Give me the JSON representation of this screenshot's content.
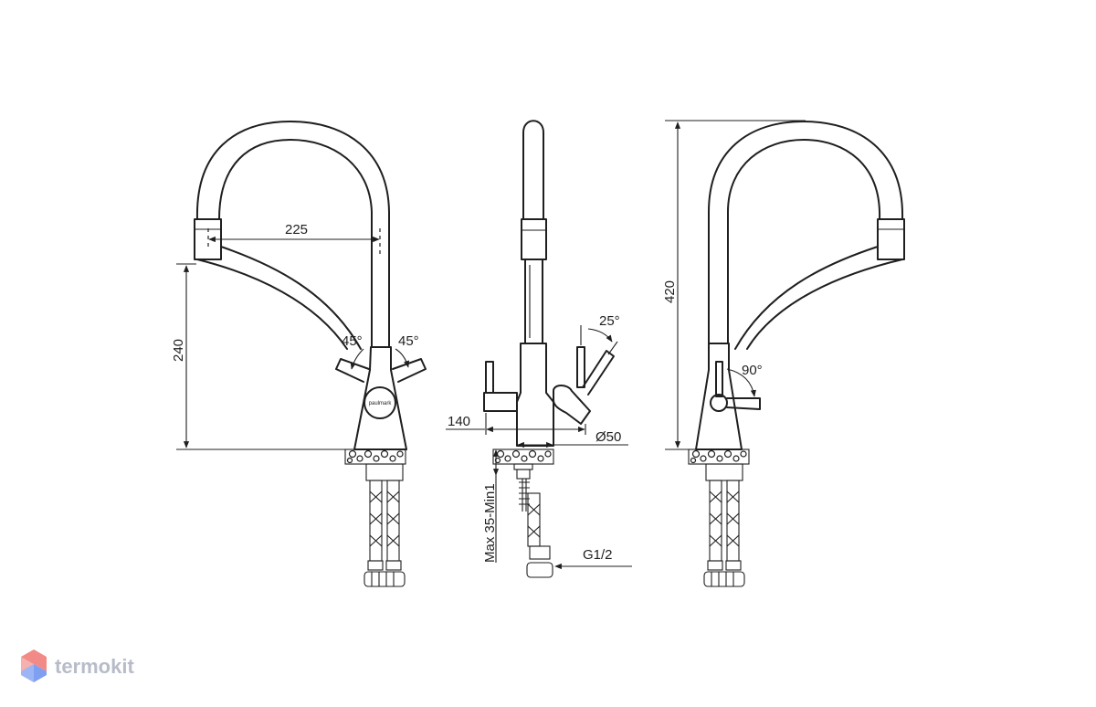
{
  "dimensions": {
    "spout_reach": "225",
    "spout_height": "240",
    "total_height": "420",
    "lever_angle_left": "45°",
    "lever_angle_right": "45°",
    "lever_tilt": "25°",
    "side_lever_swing": "90°",
    "base_depth": "140",
    "base_diameter": "Ø50",
    "countertop_thickness": "Max 35-Min1",
    "connection": "G1/2"
  },
  "brand_label": "paulmark",
  "watermark": {
    "text": "termokit"
  },
  "colors": {
    "line": "#1f1f1f",
    "watermark_text": "#b7bcc8",
    "logo_red": "#f28b87",
    "logo_blue": "#7f9ff0"
  }
}
